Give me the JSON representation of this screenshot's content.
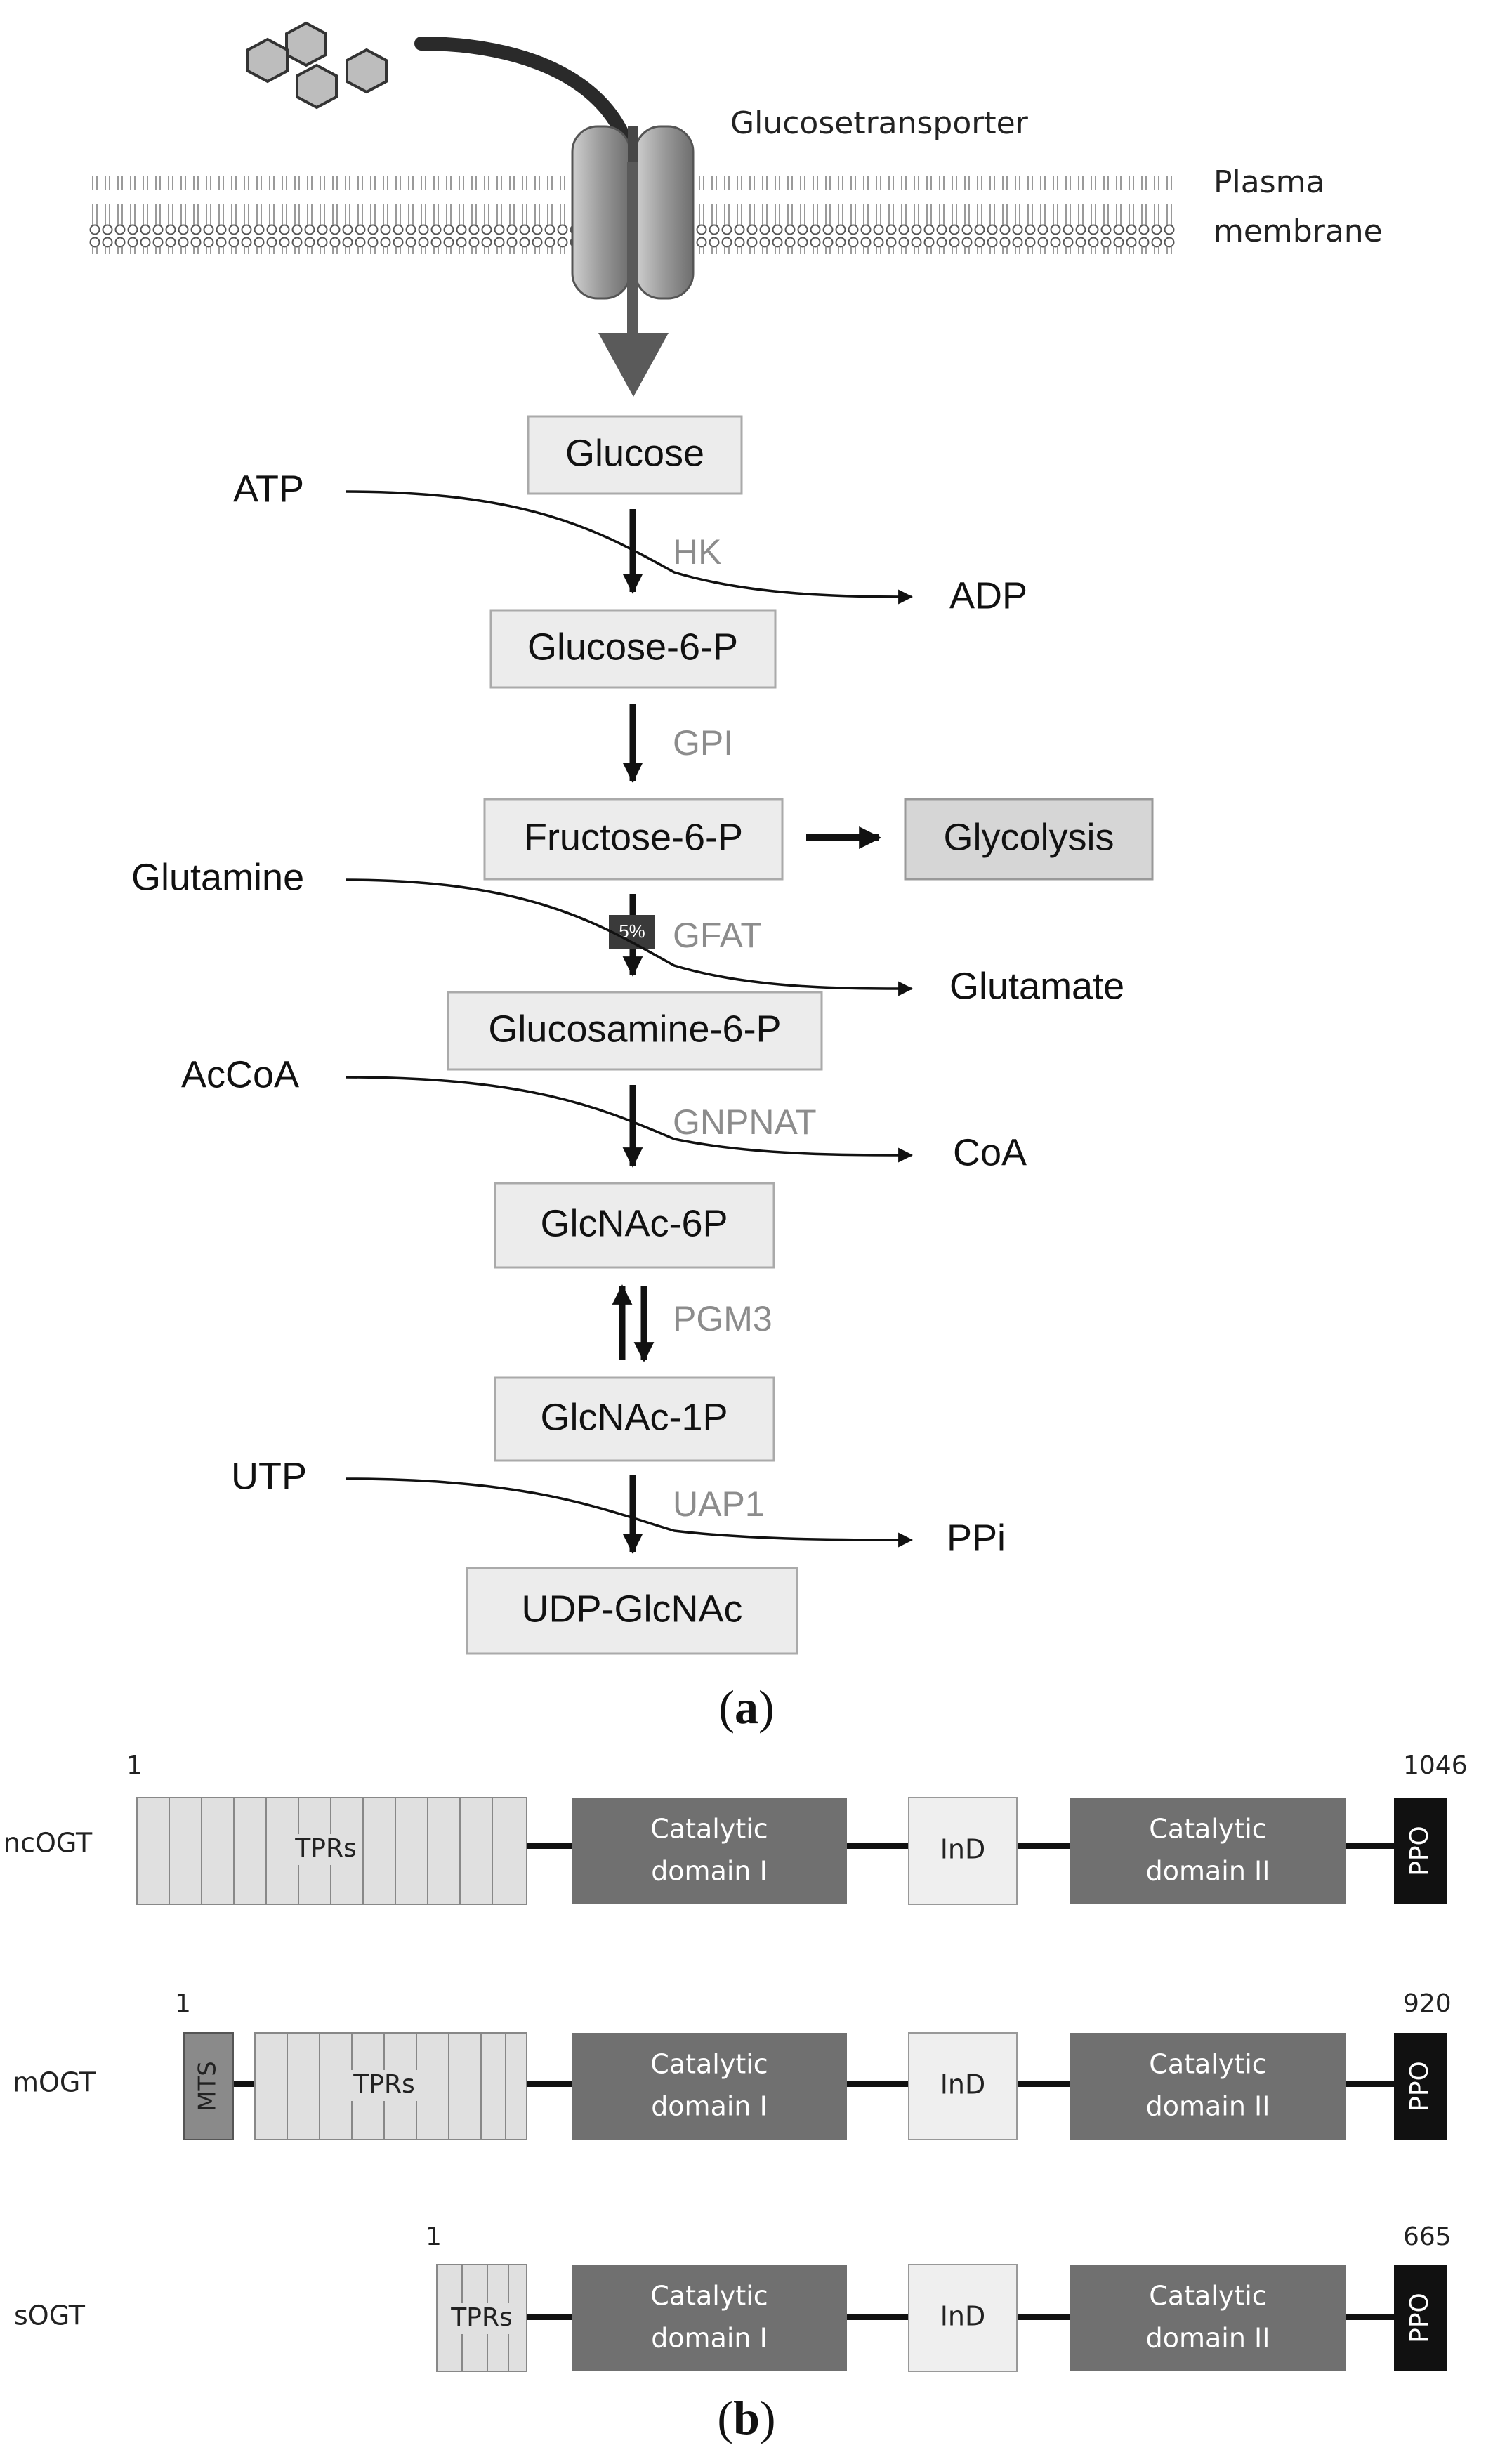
{
  "panel_a": {
    "transporter_label": "Glucosetransporter",
    "membrane_label": [
      "Plasma",
      "membrane"
    ],
    "metabolites": [
      "Glucose",
      "Glucose-6-P",
      "Fructose-6-P",
      "Glucosamine-6-P",
      "GlcNAc-6P",
      "GlcNAc-1P",
      "UDP-GlcNAc"
    ],
    "branch_box": "Glycolysis",
    "enzymes": [
      "HK",
      "GPI",
      "GFAT",
      "GNPNAT",
      "PGM3",
      "UAP1"
    ],
    "gfat_badge": "5%",
    "cosubstrates_in": [
      "ATP",
      "Glutamine",
      "AcCoA",
      "UTP"
    ],
    "cosubstrates_out": [
      "ADP",
      "Glutamate",
      "CoA",
      "PPi"
    ],
    "caption": {
      "open": "(",
      "letter": "a",
      "close": ")"
    }
  },
  "panel_b": {
    "isoforms": [
      {
        "name": "ncOGT",
        "start": "1",
        "end": "1046",
        "tpr_label": "TPRs",
        "mts_label": ""
      },
      {
        "name": "mOGT",
        "start": "1",
        "end": "920",
        "tpr_label": "TPRs",
        "mts_label": "MTS"
      },
      {
        "name": "sOGT",
        "start": "1",
        "end": "665",
        "tpr_label": "TPRs",
        "mts_label": ""
      }
    ],
    "domains": {
      "catalytic_1": [
        "Catalytic",
        "domain I"
      ],
      "ind": "InD",
      "catalytic_2": [
        "Catalytic",
        "domain II"
      ],
      "ppo": "PPO"
    },
    "caption": {
      "open": "(",
      "letter": "b",
      "close": ")"
    }
  },
  "colors": {
    "metabolite_box": "#ececec",
    "glycolysis_box": "#d6d6d6",
    "tpr_fill": "#e0e0e0",
    "catalytic_fill": "#707070",
    "ind_fill": "#efefef",
    "ppo_fill": "#111111",
    "mts_fill": "#8a8a8a",
    "enzyme_text": "#8c8c8c",
    "transporter": "#666666"
  }
}
